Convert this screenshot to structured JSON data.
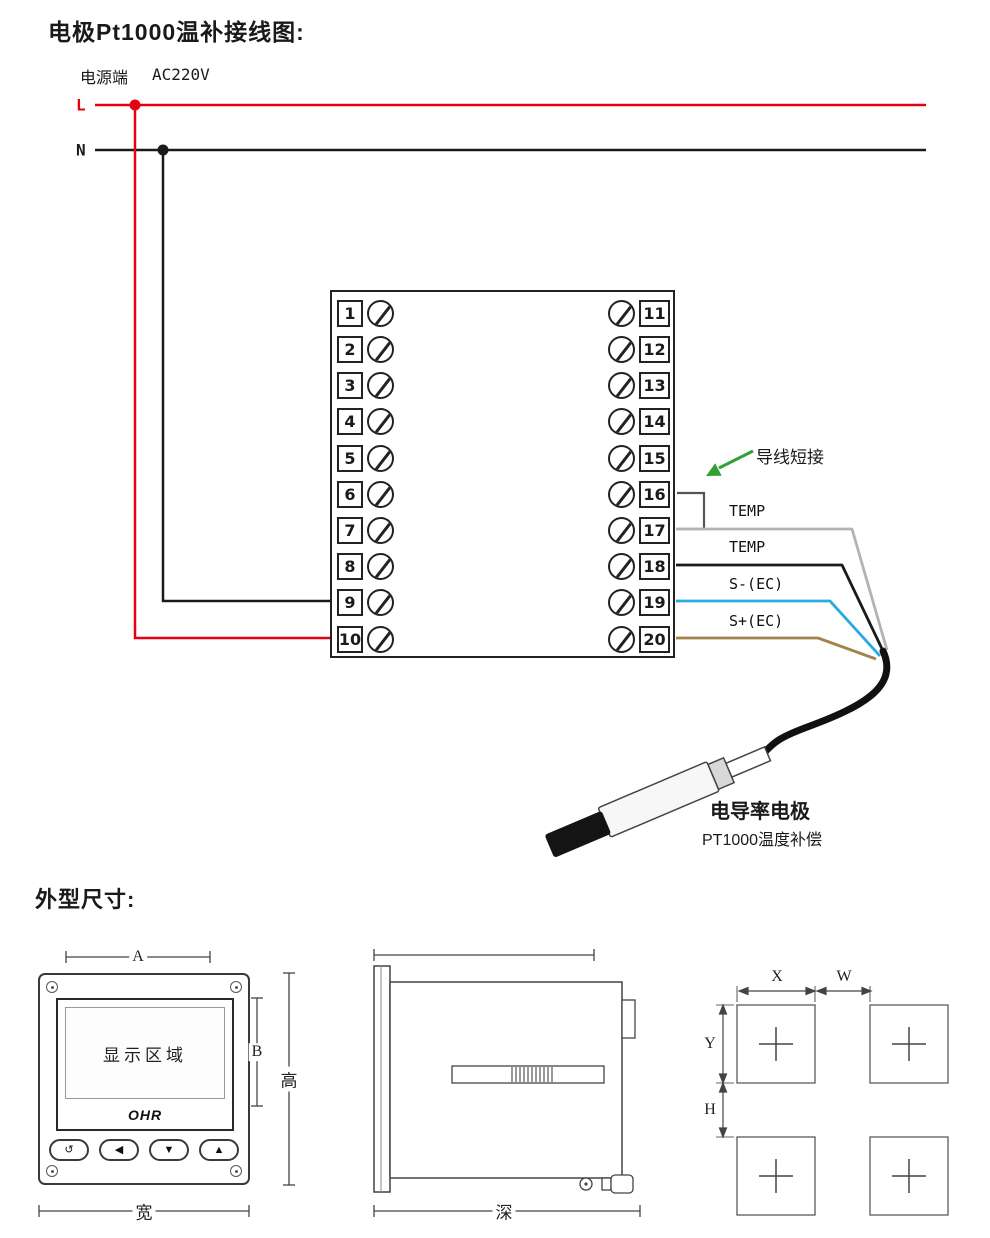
{
  "wiring": {
    "title": "电极Pt1000温补接线图:",
    "power_label": "电源端",
    "power_voltage": "AC220V",
    "line_l": "L",
    "line_n": "N",
    "jumper_label": "导线短接",
    "wire_labels": [
      "TEMP",
      "TEMP",
      "S-(EC)",
      "S+(EC)"
    ],
    "electrode_title": "电导率电极",
    "electrode_subtitle": "PT1000温度补偿",
    "terminals_left": [
      "1",
      "2",
      "3",
      "4",
      "5",
      "6",
      "7",
      "8",
      "9",
      "10"
    ],
    "terminals_right": [
      "11",
      "12",
      "13",
      "14",
      "15",
      "16",
      "17",
      "18",
      "19",
      "20"
    ],
    "colors": {
      "live_wire": "#e60012",
      "neutral_wire": "#1a1a1a",
      "temp_wire_gray": "#b3b3b3",
      "temp_wire_black": "#1a1a1a",
      "ec_minus_wire": "#29abe2",
      "ec_plus_wire": "#a5824a",
      "arrow_green": "#33a037",
      "cable_black": "#111111"
    }
  },
  "dimensions": {
    "title": "外型尺寸:",
    "front": {
      "display_text": "显示区域",
      "brand": "OHR",
      "buttons": [
        "↺",
        "◀",
        "▼",
        "▲"
      ],
      "dim_a": "A",
      "dim_b": "B",
      "dim_height": "高",
      "dim_width": "宽"
    },
    "side": {
      "dim_depth": "深"
    },
    "holes": {
      "dim_x": "X",
      "dim_w": "W",
      "dim_y": "Y",
      "dim_h": "H"
    }
  }
}
